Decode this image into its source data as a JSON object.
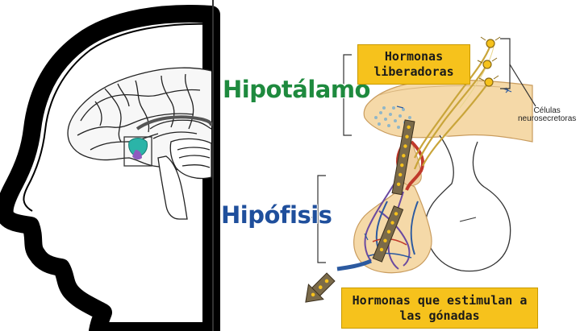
{
  "labels": {
    "hipotalamo": "Hipotálamo",
    "hipofisis": "Hipófisis",
    "celulas_line1": "Células",
    "celulas_line2": "neurosecretoras",
    "hormonas_liberadoras_line1": "Hormonas",
    "hormonas_liberadoras_line2": "liberadoras",
    "hormonas_gonadas_line1": "Hormonas que estimulan a",
    "hormonas_gonadas_line2": "las gónadas"
  },
  "colors": {
    "hipotalamo_text": "#1e8a3e",
    "hipofisis_text": "#1f4f9c",
    "box_fill": "#f6c21c",
    "hormone_arrow_fill": "#7a6a4a",
    "vessel_red": "#c0392b",
    "vessel_blue": "#2c5aa0",
    "pituitary_fill": "#f5d9a8"
  },
  "icons": {
    "hormone_arrow": "dotted-arrow-icon",
    "neuron": "neuron-icon"
  }
}
